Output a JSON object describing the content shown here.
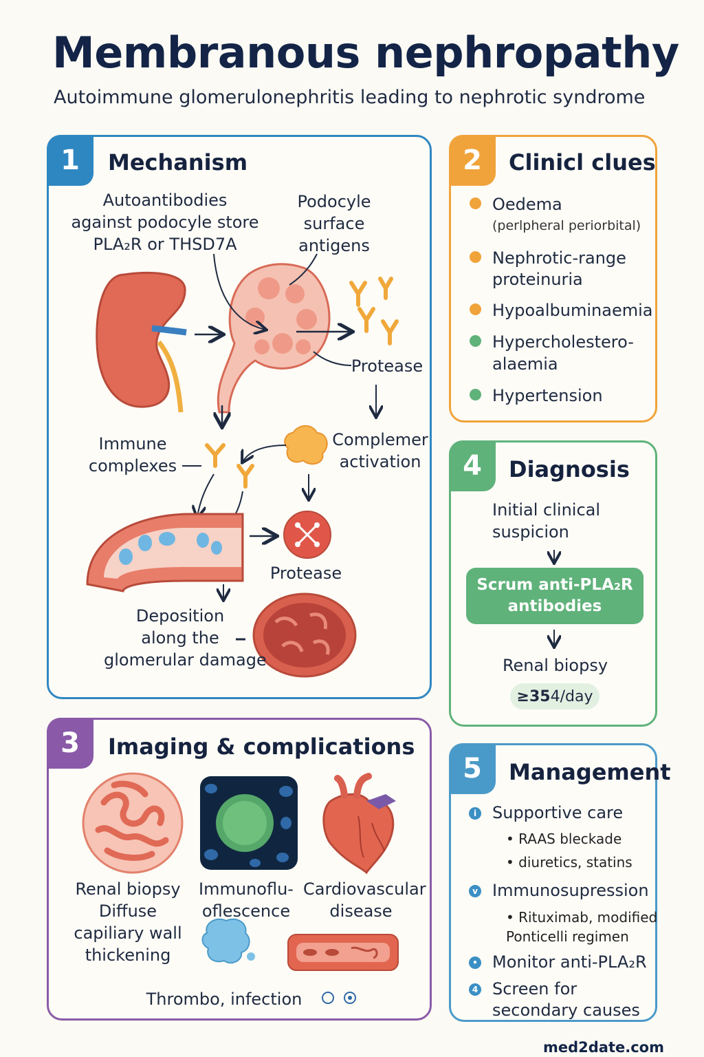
{
  "header": {
    "title": "Membranous nephropathy",
    "subtitle": "Autoimmune glomerulonephritis leading to nephrotic syndrome"
  },
  "colors": {
    "panel1": "#2f87c1",
    "panel2": "#f0a33a",
    "panel3": "#8a5aa8",
    "panel4": "#5fb27a",
    "panel5": "#4a9ac9"
  },
  "mechanism": {
    "number": "1",
    "title": "Mechanism",
    "autoantibodies_l1": "Autoantibodies",
    "autoantibodies_l2": "against podocyle store",
    "autoantibodies_l3": "PLA₂R or THSD7A",
    "podocyte_l1": "Podocyle",
    "podocyte_l2": "surface",
    "podocyte_l3": "antigens",
    "protease_top": "Protease",
    "immune_l1": "Immune",
    "immune_l2": "complexes",
    "complement_l1": "Complemer",
    "complement_l2": "activation",
    "protease_bottom": "Protease",
    "deposition_l1": "Deposition",
    "deposition_l2": "along the",
    "deposition_l3": "glomerular damage"
  },
  "clinical": {
    "number": "2",
    "title": "Clinicl clues",
    "items": [
      {
        "label": "Oedema",
        "color": "#f0a33a"
      },
      {
        "label": "(perlpheral periorbital)"
      },
      {
        "label": "Nephrotic-range",
        "color": "#f0a33a"
      },
      {
        "label": "proteinuria"
      },
      {
        "label": "Hypoalbuminaemia",
        "color": "#f0a33a"
      },
      {
        "label": "Hypercholestero-",
        "color": "#5fb27a"
      },
      {
        "label": "alaemia"
      },
      {
        "label": "Hypertension",
        "color": "#5fb27a"
      }
    ]
  },
  "imaging": {
    "number": "3",
    "title": "Imaging & complications",
    "biopsy_l1": "Renal biopsy",
    "biopsy_l2": "Diffuse",
    "biopsy_l3": "capiliary wall",
    "biopsy_l4": "thickening",
    "immuno_l1": "Immunoflu-",
    "immuno_l2": "oflescence",
    "cardio_l1": "Cardiovascular",
    "cardio_l2": "disease",
    "thrombo": "Thrombo, infection"
  },
  "diagnosis": {
    "number": "4",
    "title": "Diagnosis",
    "step1_l1": "Initial clinical",
    "step1_l2": "suspicion",
    "step2_l1": "Scrum anti-PLA₂R",
    "step2_l2": "antibodies",
    "step3": "Renal biopsy",
    "pill_strong": "≥35",
    "pill_rest": "4/day"
  },
  "management": {
    "number": "5",
    "title": "Management",
    "supportive": "Supportive care",
    "raas": "RAAS bleckade",
    "diuretics": "diuretics, statins",
    "immuno": "Immunosupression",
    "ritux_l1": "Rituximab, modified",
    "ritux_l2": "Ponticelli regimen",
    "monitor": "Monitor anti-PLA₂R",
    "screen_l1": "Screen for",
    "screen_l2": "secondary causes",
    "icons": [
      "i",
      "v",
      "•",
      "4"
    ]
  },
  "footer": "med2date.com"
}
